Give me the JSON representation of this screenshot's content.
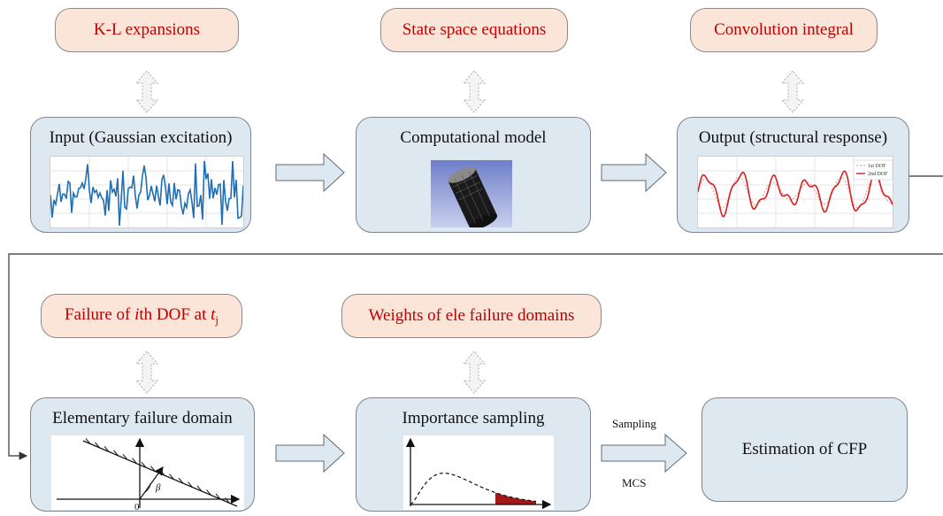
{
  "tags": {
    "kl": "K-L expansions",
    "state_space": "State space equations",
    "convolution": "Convolution integral",
    "failure_pre": "Failure of ",
    "failure_i": "i",
    "failure_mid": "th DOF at ",
    "failure_t": "t",
    "failure_sub": "j",
    "weights": "Weights of ele failure domains"
  },
  "boxes": {
    "input": "Input (Gaussian excitation)",
    "model": "Computational model",
    "output": "Output (structural response)",
    "elementary": "Elementary failure domain",
    "importance": "Importance sampling",
    "estimation": "Estimation of CFP"
  },
  "labels": {
    "sampling": "Sampling",
    "mcs": "MCS",
    "legend_1": "1st DOF",
    "legend_2": "2nd DOF",
    "origin": "0",
    "beta": "β"
  },
  "colors": {
    "tag_fill": "#fbe4d8",
    "tag_text": "#c00000",
    "box_fill": "#dde8f1",
    "signal_blue": "#1f6fb5",
    "response_red": "#d62020",
    "tail_fill": "#a01818"
  }
}
